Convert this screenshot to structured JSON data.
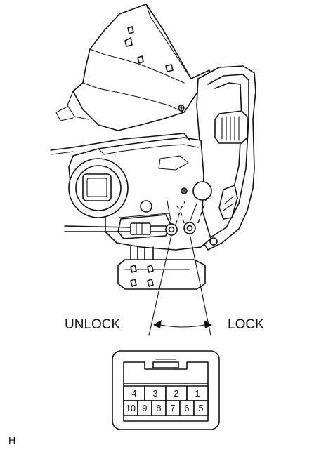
{
  "labels": {
    "unlock": "UNLOCK",
    "lock": "LOCK",
    "figure_code": "H"
  },
  "connector": {
    "top_row": [
      "4",
      "3",
      "2",
      "1"
    ],
    "bottom_row": [
      "10",
      "9",
      "8",
      "7",
      "6",
      "5"
    ]
  },
  "colors": {
    "line": "#111111",
    "background": "#ffffff"
  }
}
